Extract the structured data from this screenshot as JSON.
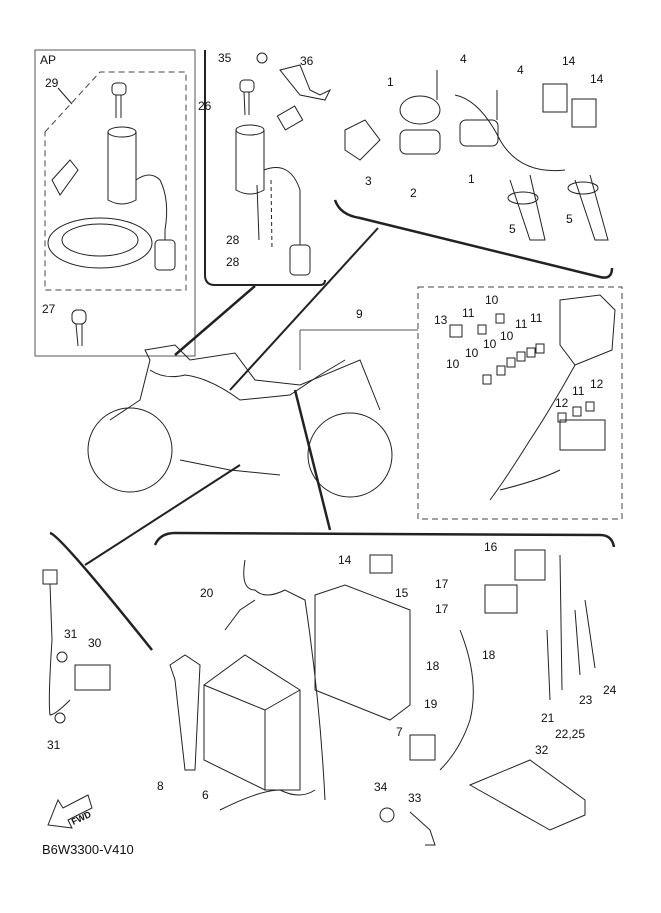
{
  "diagram": {
    "title": "Electrical parts exploded view",
    "drawing_code": "B6W3300-V410",
    "ap_label": "AP",
    "fwd_label": "FWD",
    "callouts": [
      {
        "id": "29",
        "text": "29"
      },
      {
        "id": "27",
        "text": "27"
      },
      {
        "id": "35",
        "text": "35"
      },
      {
        "id": "36",
        "text": "36"
      },
      {
        "id": "26",
        "text": "26"
      },
      {
        "id": "28a",
        "text": "28"
      },
      {
        "id": "28b",
        "text": "28"
      },
      {
        "id": "4a",
        "text": "4"
      },
      {
        "id": "4b",
        "text": "4"
      },
      {
        "id": "1a",
        "text": "1"
      },
      {
        "id": "1b",
        "text": "1"
      },
      {
        "id": "2",
        "text": "2"
      },
      {
        "id": "3",
        "text": "3"
      },
      {
        "id": "5a",
        "text": "5"
      },
      {
        "id": "5b",
        "text": "5"
      },
      {
        "id": "14a",
        "text": "14"
      },
      {
        "id": "14b",
        "text": "14"
      },
      {
        "id": "9",
        "text": "9"
      },
      {
        "id": "13",
        "text": "13"
      },
      {
        "id": "11a",
        "text": "11"
      },
      {
        "id": "10a",
        "text": "10"
      },
      {
        "id": "10b",
        "text": "10"
      },
      {
        "id": "10c",
        "text": "10"
      },
      {
        "id": "10d",
        "text": "10"
      },
      {
        "id": "10e",
        "text": "10"
      },
      {
        "id": "11b",
        "text": "11"
      },
      {
        "id": "11c",
        "text": "11"
      },
      {
        "id": "12a",
        "text": "12"
      },
      {
        "id": "11d",
        "text": "11"
      },
      {
        "id": "12b",
        "text": "12"
      },
      {
        "id": "31a",
        "text": "31"
      },
      {
        "id": "30",
        "text": "30"
      },
      {
        "id": "31b",
        "text": "31"
      },
      {
        "id": "20",
        "text": "20"
      },
      {
        "id": "8",
        "text": "8"
      },
      {
        "id": "6",
        "text": "6"
      },
      {
        "id": "7",
        "text": "7"
      },
      {
        "id": "14c",
        "text": "14"
      },
      {
        "id": "16",
        "text": "16"
      },
      {
        "id": "15",
        "text": "15"
      },
      {
        "id": "17a",
        "text": "17"
      },
      {
        "id": "17b",
        "text": "17"
      },
      {
        "id": "18a",
        "text": "18"
      },
      {
        "id": "18b",
        "text": "18"
      },
      {
        "id": "19",
        "text": "19"
      },
      {
        "id": "21",
        "text": "21"
      },
      {
        "id": "22_25",
        "text": "22,25"
      },
      {
        "id": "23",
        "text": "23"
      },
      {
        "id": "24",
        "text": "24"
      },
      {
        "id": "32",
        "text": "32"
      },
      {
        "id": "34",
        "text": "34"
      },
      {
        "id": "33",
        "text": "33"
      }
    ]
  }
}
